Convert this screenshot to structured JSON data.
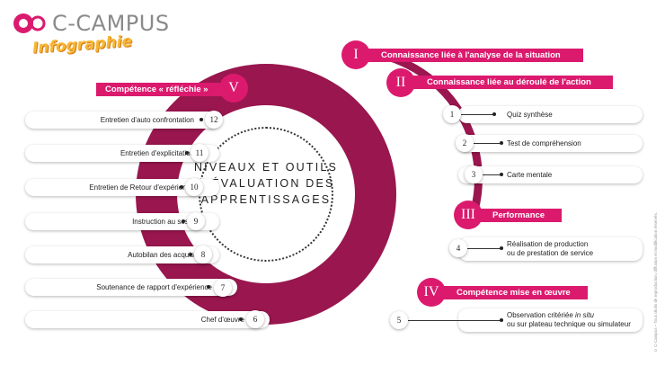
{
  "brand": {
    "name": "C-CAMPUS",
    "subtitle": "Infographie"
  },
  "center_title": [
    "NIVEAUX ET OUTILS",
    "D'ÉVALUATION DES",
    "APPRENTISSAGES"
  ],
  "colors": {
    "accent": "#db1a6e",
    "ring": "#99164e"
  },
  "categories": [
    {
      "numeral": "I",
      "label": "Connaissance liée à l'analyse de la situation"
    },
    {
      "numeral": "II",
      "label": "Connaissance liée au déroulé de l'action"
    },
    {
      "numeral": "III",
      "label": "Performance"
    },
    {
      "numeral": "IV",
      "label": "Compétence mise en œuvre"
    },
    {
      "numeral": "V",
      "label": "Compétence « réfléchie »"
    }
  ],
  "tools_right": [
    {
      "number": "1",
      "label": "Quiz synthèse"
    },
    {
      "number": "2",
      "label": "Test de compréhension"
    },
    {
      "number": "3",
      "label": "Carte mentale"
    },
    {
      "number": "4",
      "label": "Réalisation de production",
      "label2": "ou de prestation de service"
    },
    {
      "number": "5",
      "label": "Observation critériée in situ",
      "label2": "ou sur plateau technique ou simulateur"
    }
  ],
  "tools_left": [
    {
      "number": "12",
      "label": "Entretien d'auto confrontation"
    },
    {
      "number": "11",
      "label": "Entretien d'explicitation"
    },
    {
      "number": "10",
      "label": "Entretien de Retour d'expérience"
    },
    {
      "number": "9",
      "label": "Instruction au sosie"
    },
    {
      "number": "8",
      "label": "Autobilan des acquis"
    },
    {
      "number": "7",
      "label": "Soutenance de rapport d'expérience"
    },
    {
      "number": "6",
      "label": "Chef d'œuvre"
    }
  ],
  "copyright": "© C-Campus – Tous droits de reproduction, diffusion et modification réservés."
}
